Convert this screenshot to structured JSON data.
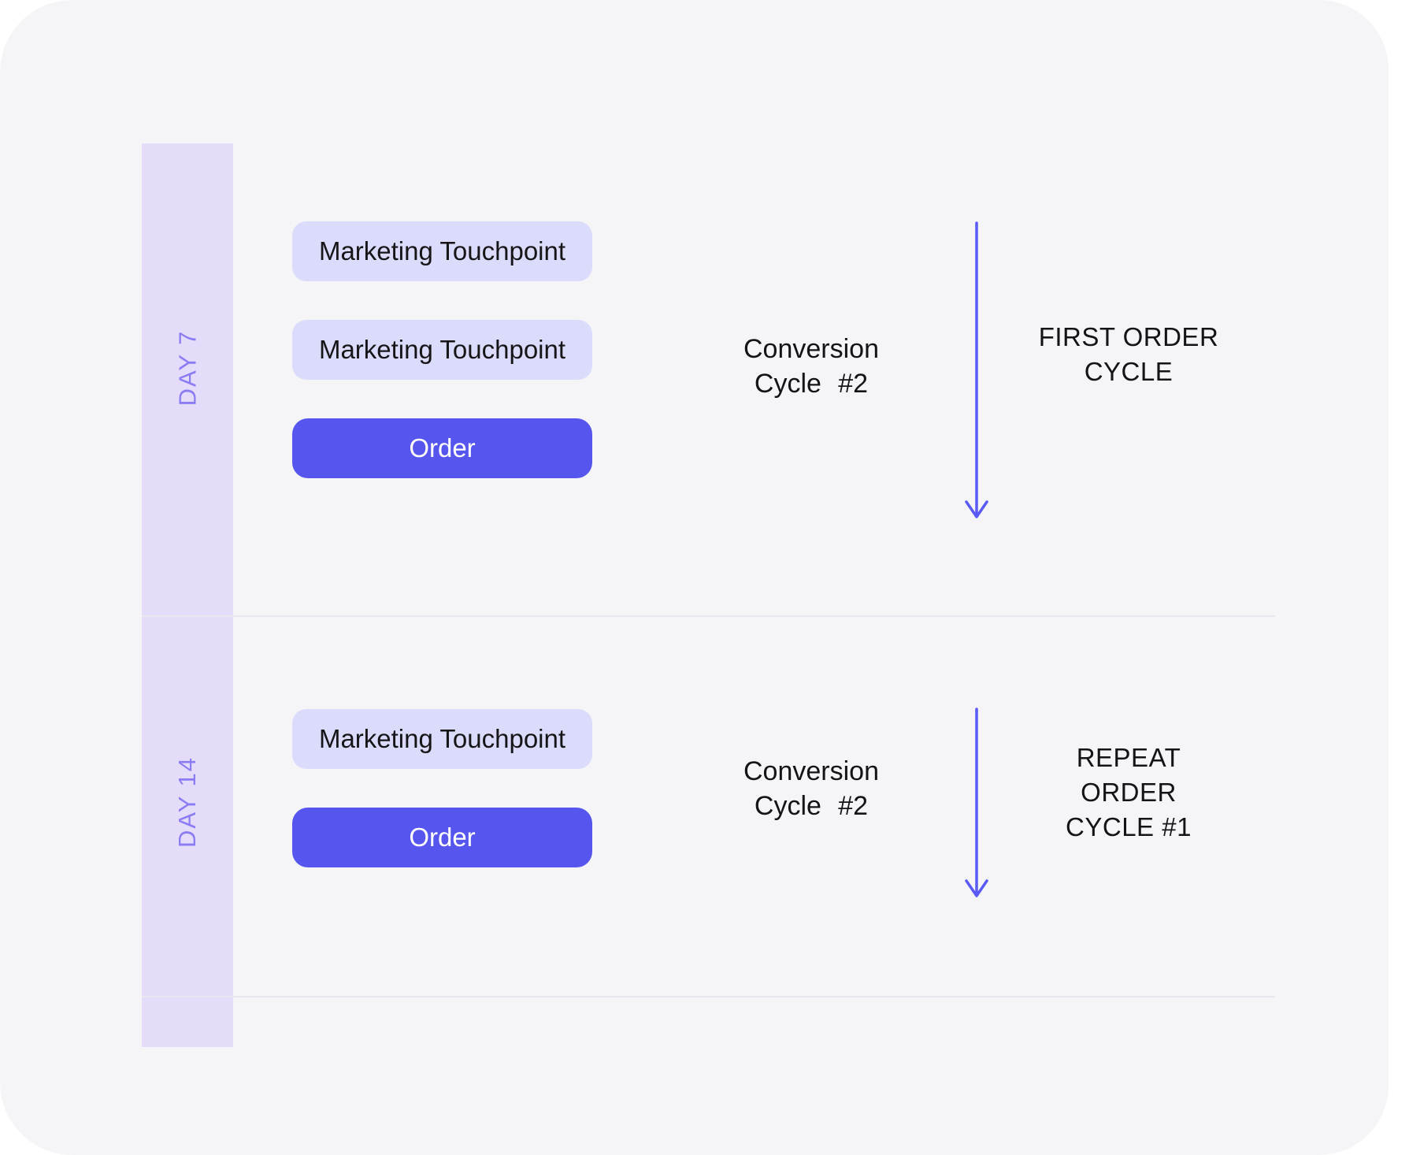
{
  "diagram": {
    "sections": [
      {
        "day_label": "DAY 7",
        "touchpoint_labels": [
          "Marketing Touchpoint",
          "Marketing Touchpoint"
        ],
        "order_label": "Order",
        "conversion_cycle_lines": [
          "Conversion",
          "Cycle #2"
        ],
        "order_cycle_lines": [
          "FIRST ORDER",
          "CYCLE"
        ]
      },
      {
        "day_label": "DAY 14",
        "touchpoint_labels": [
          "Marketing Touchpoint"
        ],
        "order_label": "Order",
        "conversion_cycle_lines": [
          "Conversion",
          "Cycle #2"
        ],
        "order_cycle_lines": [
          "REPEAT",
          "ORDER",
          "CYCLE #1"
        ]
      }
    ],
    "colors": {
      "card_bg": "#f5f5f7",
      "timeline_bar": "#e4dcf9",
      "day_label_text": "#8b7cf3",
      "touchpoint_pill_bg": "#dbdbfb",
      "order_button_bg": "#5656ef",
      "order_button_text": "#ffffff",
      "arrow": "#5a5af5",
      "body_text": "#141416",
      "separator": "#e8e6ef"
    }
  }
}
